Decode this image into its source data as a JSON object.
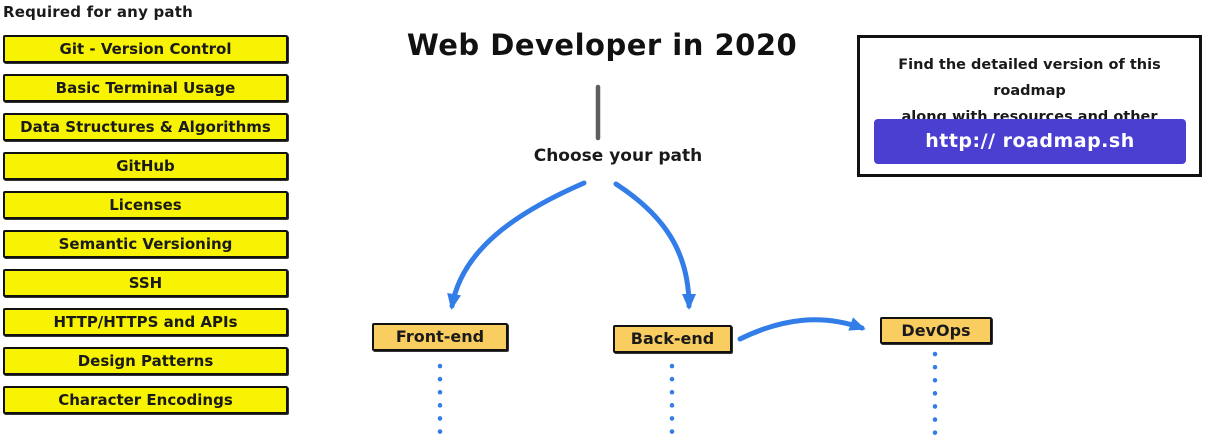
{
  "colors": {
    "background": "#ffffff",
    "topic_yellow": "#F8F303",
    "path_orange": "#FACD60",
    "arrow_blue": "#337DE8",
    "button_purple": "#4B3FD1",
    "trunk_gray": "#5f5f5f",
    "border_black": "#111111"
  },
  "left_panel": {
    "heading": "Required for any path",
    "items": [
      "Git - Version Control",
      "Basic Terminal Usage",
      "Data Structures & Algorithms",
      "GitHub",
      "Licenses",
      "Semantic Versioning",
      "SSH",
      "HTTP/HTTPS and APIs",
      "Design Patterns",
      "Character Encodings"
    ]
  },
  "center": {
    "title": "Web Developer in 2020",
    "choose_label": "Choose your path",
    "paths": [
      {
        "label": "Front-end"
      },
      {
        "label": "Back-end"
      },
      {
        "label": "DevOps"
      }
    ]
  },
  "info_box": {
    "line1": "Find the detailed version of this roadmap",
    "line2": "along with resources and other roadmaps",
    "button_label": "http:// roadmap.sh"
  }
}
